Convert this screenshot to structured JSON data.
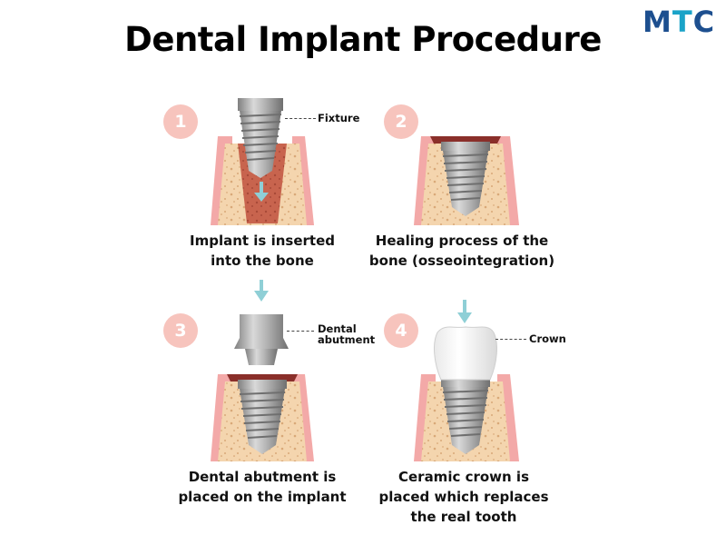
{
  "brand": {
    "m": "M",
    "t": "T",
    "c": "C"
  },
  "title": "Dental Implant Procedure",
  "steps": [
    {
      "number": "1",
      "caption_line1": "Implant is inserted",
      "caption_line2": "into the bone",
      "callout_line1": "Fixture",
      "callout_line2": ""
    },
    {
      "number": "2",
      "caption_line1": "Healing process of the",
      "caption_line2": "bone (osseointegration)",
      "callout_line1": "",
      "callout_line2": ""
    },
    {
      "number": "3",
      "caption_line1": "Dental abutment is",
      "caption_line2": "placed on the implant",
      "callout_line1": "Dental",
      "callout_line2": "abutment"
    },
    {
      "number": "4",
      "caption_line1": "Ceramic crown is",
      "caption_line2": "placed which replaces",
      "caption_line3": "the real tooth",
      "callout_line1": "Crown",
      "callout_line2": ""
    }
  ],
  "colors": {
    "gum": "#f3a9a8",
    "bone": "#f4d5ae",
    "socket": "#c8644e",
    "metal": "#a8a8a8",
    "arrow": "#8fcfd6",
    "badge": "#f7c4bd",
    "brand_dark": "#1d4f8f",
    "brand_light": "#1aa3c8"
  }
}
